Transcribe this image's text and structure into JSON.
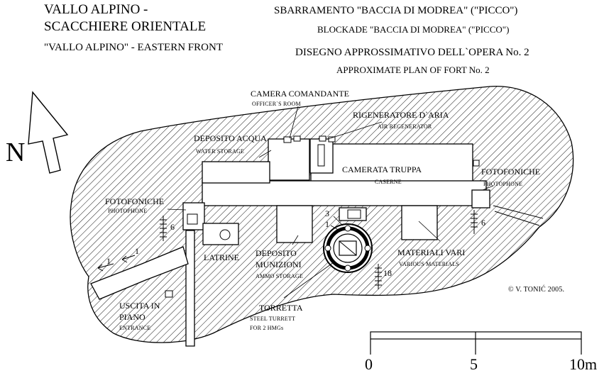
{
  "header": {
    "left_line1": "VALLO ALPINO -",
    "left_line2": "SCACCHIERE ORIENTALE",
    "left_line3": "\"VALLO ALPINO\" - EASTERN FRONT",
    "right_line1": "SBARRAMENTO \"BACCIA DI MODREA\" (\"PICCO\")",
    "right_line2": "BLOCKADE \"BACCIA DI MODREA\" (\"PICCO\")",
    "right_line3": "DISEGNO APPROSSIMATIVO DELL`OPERA No. 2",
    "right_line4": "APPROXIMATE PLAN OF  FORT No. 2"
  },
  "north_label": "N",
  "rooms": {
    "officers": {
      "it": "CAMERA COMANDANTE",
      "en": "OFFICER`S ROOM"
    },
    "air": {
      "it": "RIGENERATORE D`ARIA",
      "en": "AIR REGENERATOR"
    },
    "water": {
      "it": "DEPOSITO ACQUA",
      "en": "WATER STORAGE"
    },
    "barracks": {
      "it": "CAMERATA TRUPPA",
      "en": "CASERNE"
    },
    "photo_left": {
      "it": "FOTOFONICHE",
      "en": "PHOTOPHONE"
    },
    "photo_right": {
      "it": "FOTOFONICHE",
      "en": "PHOTOPHONE"
    },
    "latrine": {
      "it": "LATRINE"
    },
    "ammo": {
      "it1": "DEPOSITO",
      "it2": "MUNIZIONI",
      "en": "AMMO STORAGE"
    },
    "materials": {
      "it": "MATERIALI VARI",
      "en": "VARIOUS MATERIALS"
    },
    "entrance": {
      "it1": "USCITA IN",
      "it2": "PIANO",
      "en": "ENTRANCE"
    },
    "turret": {
      "it": "TORRETTA",
      "en1": "STEEL TURRETT",
      "en2": "FOR 2 HMGs"
    }
  },
  "numbers": {
    "n6_left": "6",
    "n6_right": "6",
    "n18": "18",
    "n3": "3",
    "n1_turret": "1",
    "n1_a": "1",
    "n1_b": "1"
  },
  "copyright": "© V. TONIĆ 2005.",
  "scale": {
    "labels": [
      "0",
      "5",
      "10m"
    ]
  }
}
